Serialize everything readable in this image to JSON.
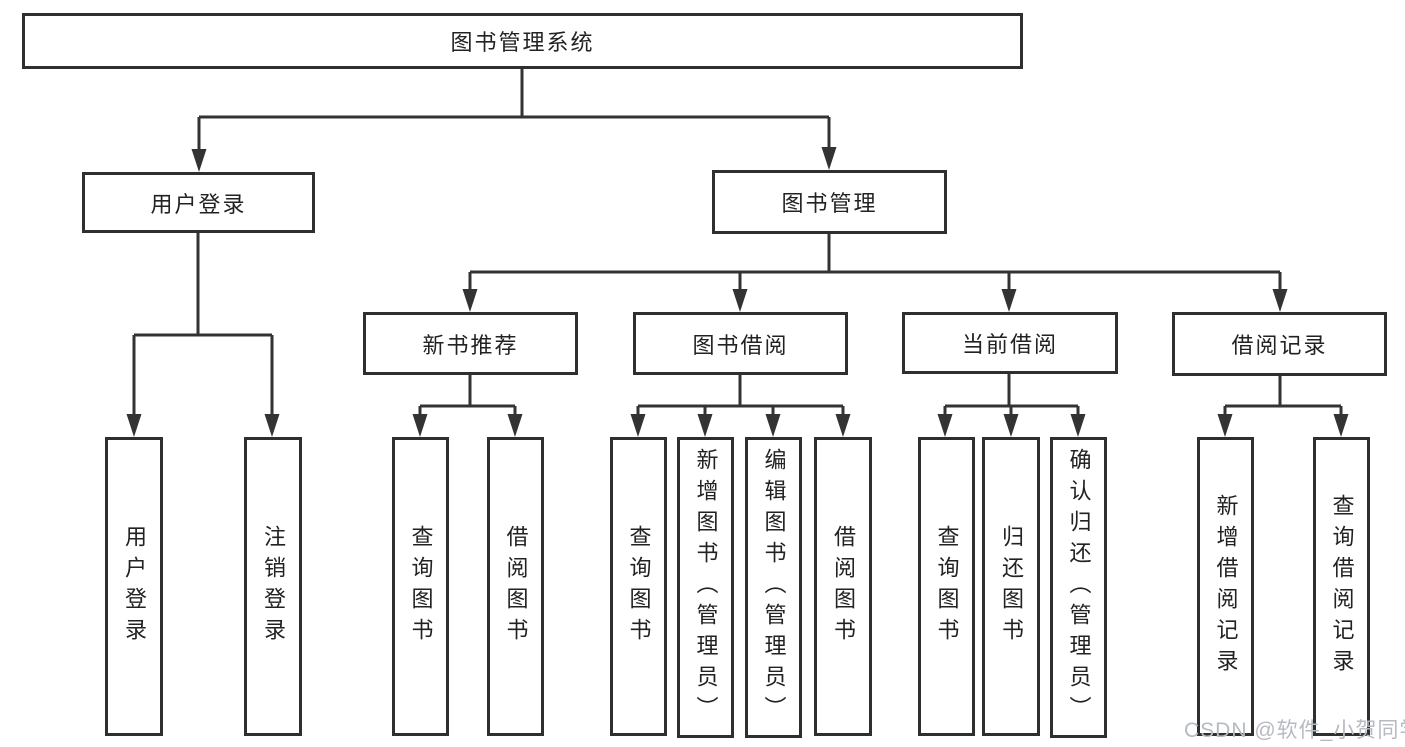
{
  "diagram_title": "图书管理系统",
  "nodes": {
    "root": {
      "label": "图书管理系统"
    },
    "user_login": {
      "label": "用户登录"
    },
    "book_management": {
      "label": "图书管理"
    },
    "new_book_recommend": {
      "label": "新书推荐"
    },
    "book_borrow": {
      "label": "图书借阅"
    },
    "current_borrow": {
      "label": "当前借阅"
    },
    "borrow_records": {
      "label": "借阅记录"
    }
  },
  "leaves": [
    {
      "label": "用户登录",
      "parent": "用户登录"
    },
    {
      "label": "注销登录",
      "parent": "用户登录"
    },
    {
      "label": "查询图书",
      "parent": "新书推荐"
    },
    {
      "label": "借阅图书",
      "parent": "新书推荐"
    },
    {
      "label": "查询图书",
      "parent": "图书借阅"
    },
    {
      "label": "新增图书（管理员）",
      "parent": "图书借阅"
    },
    {
      "label": "编辑图书（管理员）",
      "parent": "图书借阅"
    },
    {
      "label": "借阅图书",
      "parent": "图书借阅"
    },
    {
      "label": "查询图书",
      "parent": "当前借阅"
    },
    {
      "label": "归还图书",
      "parent": "当前借阅"
    },
    {
      "label": "确认归还（管理员）",
      "parent": "当前借阅"
    },
    {
      "label": "新增借阅记录",
      "parent": "借阅记录"
    },
    {
      "label": "查询借阅记录",
      "parent": "借阅记录"
    }
  ],
  "watermark": {
    "text": "CSDN @软件_小贺同学",
    "color": "#b6bac1"
  },
  "colors": {
    "line": "#333333",
    "border": "#2f2f2f",
    "text": "#222222",
    "background": "#ffffff"
  }
}
